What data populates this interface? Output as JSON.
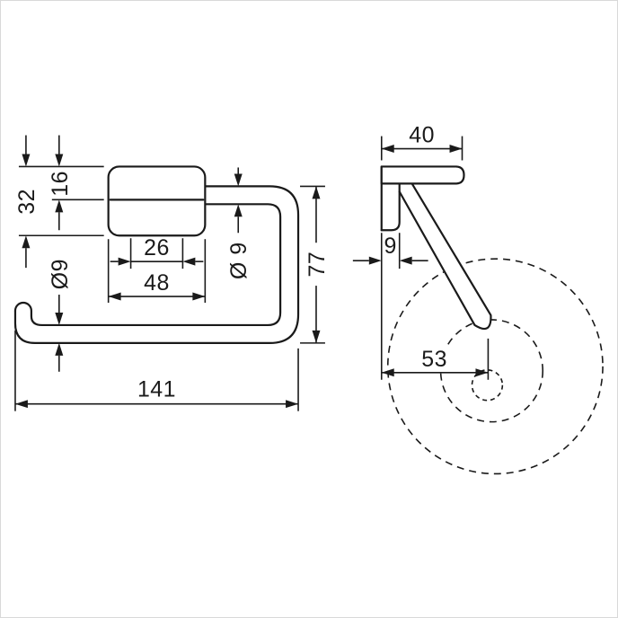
{
  "drawing": {
    "title": "toilet-roll-holder-dimension-drawing",
    "colors": {
      "line": "#1a1a1a",
      "background": "#ffffff"
    },
    "front": {
      "plate_height": "32",
      "plate_top_offset": "16",
      "bar_diameter_left": "Ø9",
      "hole_spacing": "26",
      "plate_width": "48",
      "bar_diameter_right": "Ø 9",
      "overall_height": "77",
      "overall_width": "141"
    },
    "side": {
      "depth": "40",
      "plate_thickness": "9",
      "tip_projection": "53"
    }
  }
}
